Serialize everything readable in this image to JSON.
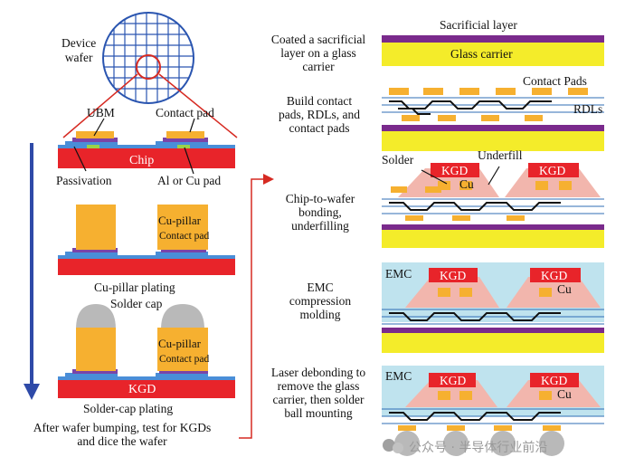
{
  "left": {
    "wafer_label": "Device\nwafer",
    "ubm": "UBM",
    "contact_pad_top": "Contact pad",
    "chip": "Chip",
    "passivation": "Passivation",
    "al_cu_pad": "Al or Cu pad",
    "cu_pillar_1": "Cu-pillar",
    "contact_pad_1": "Contact pad",
    "cu_pillar_plating": "Cu-pillar plating",
    "solder_cap": "Solder cap",
    "cu_pillar_2": "Cu-pillar",
    "contact_pad_2": "Contact pad",
    "kgd": "KGD",
    "solder_cap_plating": "Solder-cap plating",
    "after_bumping": "After wafer bumping, test for KGDs\nand dice the wafer"
  },
  "right": {
    "sacrificial_layer": "Sacrificial layer",
    "glass_carrier": "Glass carrier",
    "step1": "Coated a sacrificial\nlayer on a glass\ncarrier",
    "contact_pads": "Contact Pads",
    "rdls": "RDLs",
    "step2": "Build contact\npads, RDLs, and\ncontact pads",
    "solder": "Solder",
    "underfill": "Underfill",
    "kgd_a": "KGD",
    "kgd_b": "KGD",
    "cu_a": "Cu",
    "step3": "Chip-to-wafer\nbonding,\nunderfilling",
    "emc_1": "EMC",
    "kgd_c": "KGD",
    "kgd_d": "KGD",
    "cu_b": "Cu",
    "step4": "EMC\ncompression\nmolding",
    "emc_2": "EMC",
    "kgd_e": "KGD",
    "kgd_f": "KGD",
    "cu_c": "Cu",
    "step5": "Laser debonding to\nremove the glass\ncarrier, then solder\nball mounting"
  },
  "watermark": "公众号 · 半导体行业前沿",
  "colors": {
    "chip_red": "#e8242a",
    "pillar_orange": "#f6b030",
    "glass_yellow": "#f4ec2a",
    "sacrificial_purple": "#7a2a8c",
    "emc_blue": "#bfe3ee",
    "underfill_pink": "#f2b6ad",
    "rdl_blue": "#2f6db5",
    "arrow_blue": "#2e4aa8",
    "arrow_red": "#d62a22",
    "solder_gray": "#b9b9b9",
    "passivation_blue": "#4a8ed8",
    "ubm_purple": "#7a44a8",
    "pad_green": "#9ad24a"
  }
}
